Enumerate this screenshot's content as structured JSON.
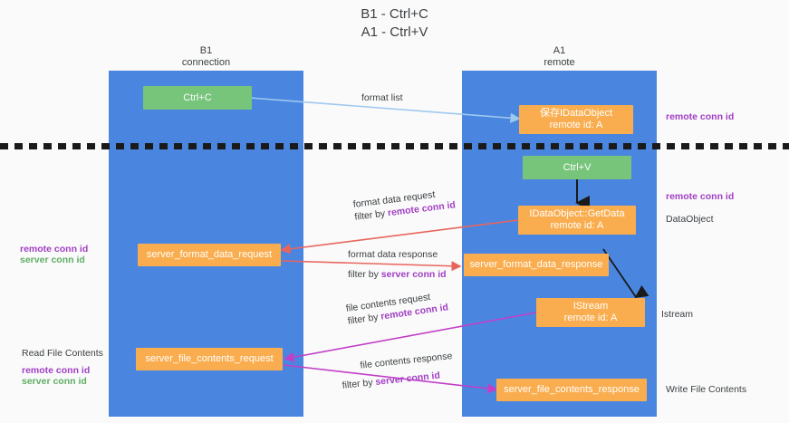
{
  "title": "B1 - Ctrl+C\nA1 - Ctrl+V",
  "columns": [
    {
      "name": "B1",
      "role": "connection"
    },
    {
      "name": "A1",
      "role": "remote"
    }
  ],
  "nodes": {
    "ctrl_c": {
      "label": "Ctrl+C",
      "sub": ""
    },
    "save_dataobject": {
      "label": "保存IDataObject",
      "sub": "remote id: A"
    },
    "ctrl_v": {
      "label": "Ctrl+V",
      "sub": ""
    },
    "getdata": {
      "label": "IDataObject::GetData",
      "sub": "remote id: A"
    },
    "fmt_req": {
      "label": "server_format_data_request",
      "sub": ""
    },
    "fmt_resp": {
      "label": "server_format_data_response",
      "sub": ""
    },
    "istream": {
      "label": "IStream",
      "sub": "remote id: A"
    },
    "file_req": {
      "label": "server_file_contents_request",
      "sub": ""
    },
    "file_resp": {
      "label": "server_file_contents_response",
      "sub": ""
    }
  },
  "edge_labels": {
    "format_list": {
      "line1": "format list",
      "line2_prefix": "",
      "line2_token": ""
    },
    "format_data_request": {
      "line1": "format data request",
      "line2_prefix": "filter by ",
      "line2_token": "remote conn id"
    },
    "format_data_response": {
      "line1": "format data response",
      "line2_prefix": "filter by ",
      "line2_token": "server conn id"
    },
    "file_contents_request": {
      "line1": "file contents request",
      "line2_prefix": "filter by ",
      "line2_token": "remote conn id"
    },
    "file_contents_response": {
      "line1": "file contents response",
      "line2_prefix": "filter by ",
      "line2_token": "server conn id"
    }
  },
  "annotations": {
    "right_remote_conn_id_top": "remote conn id",
    "right_remote_conn_id_mid": "remote conn id",
    "right_dataobject": "DataObject",
    "right_istream": "Istream",
    "right_write_file_contents": "Write File Contents",
    "left_remote_conn_id_mid": "remote conn id",
    "left_server_conn_id_mid": "server conn id",
    "left_read_file_contents": "Read File Contents",
    "left_remote_conn_id_bot": "remote conn id",
    "left_server_conn_id_bot": "server conn id"
  },
  "colors": {
    "lane": "#4a86e0",
    "green_node": "#77c47b",
    "orange_node": "#f9ad4e",
    "purple_text": "#a13ec4",
    "green_text": "#5fae63",
    "arrow_light_blue": "#9dc9ef",
    "arrow_red": "#e8655e",
    "arrow_magenta": "#c23fc8",
    "arrow_black": "#1a1a1a",
    "background": "#fafafa",
    "dash_line": "#1a1a1a"
  }
}
